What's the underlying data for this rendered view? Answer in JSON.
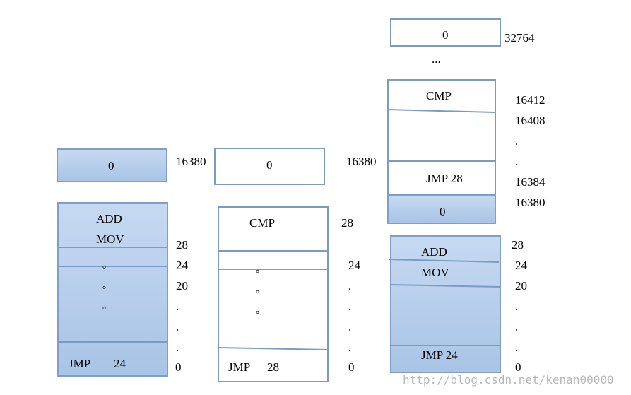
{
  "left": {
    "top_box": "0",
    "top_addr": "16380",
    "instr1": "ADD",
    "instr2": "MOV",
    "dot": "。",
    "jmp": "JMP",
    "jmp_arg": "24",
    "addrs": [
      "28",
      "24",
      "20",
      ".",
      ".",
      ".",
      "0"
    ]
  },
  "middle": {
    "top_box": "0",
    "top_addr": "16380",
    "instr1": "CMP",
    "instr1_addr": "28",
    "dot": "。",
    "jmp": "JMP",
    "jmp_arg": "28",
    "addrs": [
      "24",
      ".",
      ".",
      ".",
      ".",
      "0"
    ]
  },
  "right": {
    "top_box": "0",
    "top_addr": "32764",
    "ellipsis": "...",
    "cmp": "CMP",
    "jmp": "JMP 28",
    "zero": "0",
    "upper_addrs": [
      "16412",
      "16408",
      ".",
      ".",
      "16384",
      "16380"
    ],
    "add": "ADD",
    "mov": "MOV",
    "jmp2": "JMP 24",
    "lower_addrs": [
      "28",
      "24",
      "20",
      ".",
      ".",
      ".",
      "0"
    ]
  },
  "watermark": "http://blog.csdn.net/kenan00000"
}
